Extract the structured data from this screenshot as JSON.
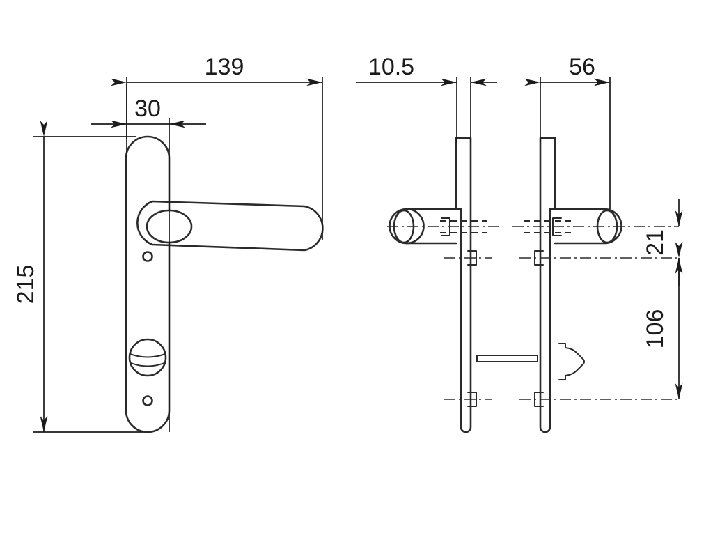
{
  "drawing": {
    "title": "Door handle lever on backplate - technical dimension drawing",
    "background_color": "#ffffff",
    "line_color": "#2b2b2b",
    "text_color": "#1b1b1b",
    "units": "mm",
    "views": [
      {
        "name": "front-view",
        "label": ""
      },
      {
        "name": "side-view-left",
        "label": ""
      },
      {
        "name": "side-view-right",
        "label": ""
      }
    ]
  },
  "dimensions": {
    "overall_length": "139",
    "backplate_width": "30",
    "backplate_thickness": "10.5",
    "lever_projection": "56",
    "overall_height": "215",
    "spindle_to_upper_fixing": "21",
    "spindle_to_cylinder": "106"
  }
}
